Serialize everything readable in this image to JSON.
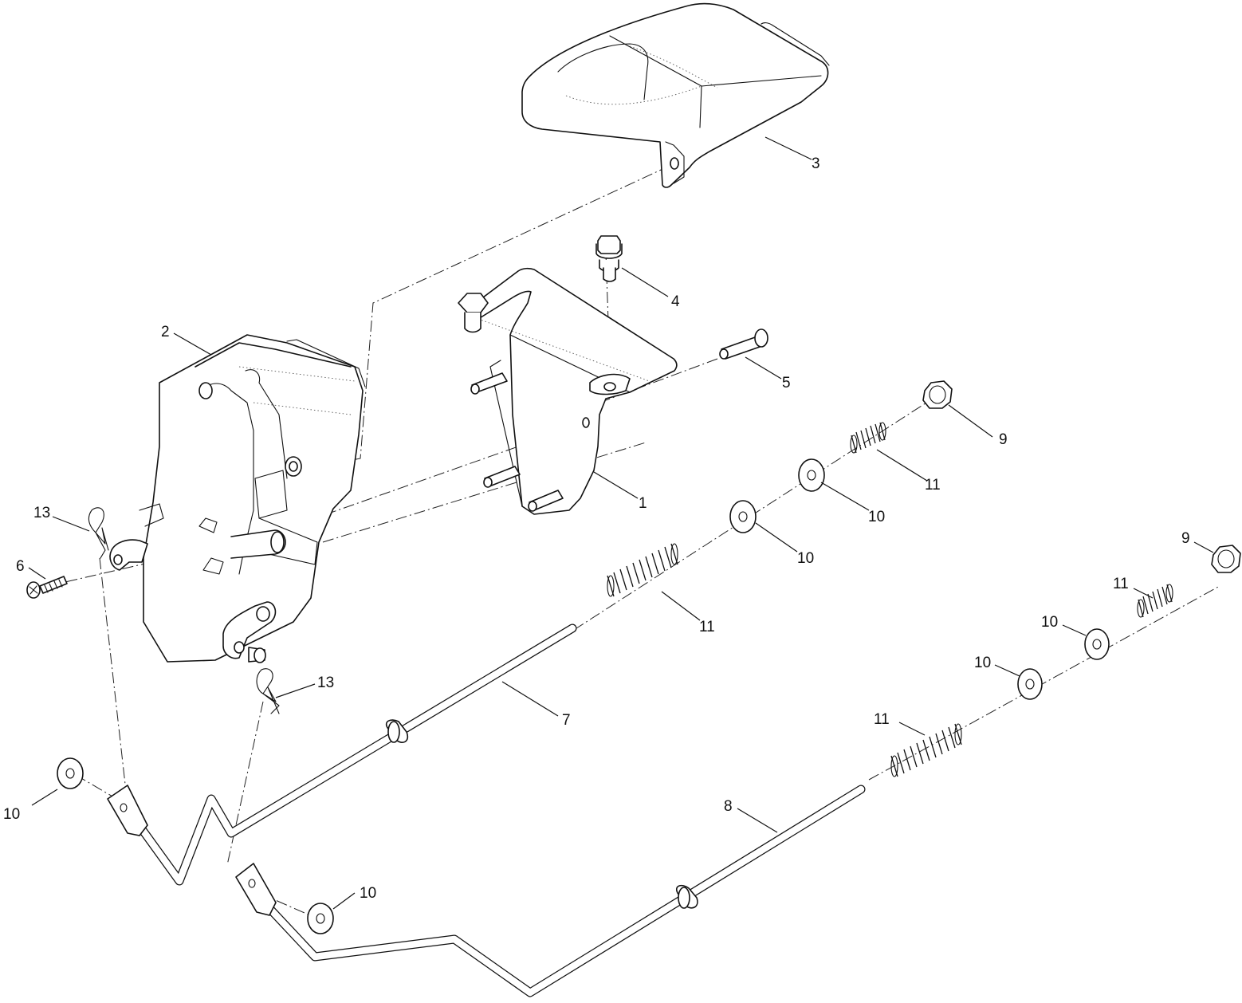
{
  "callouts": {
    "c1": "1",
    "c2": "2",
    "c3": "3",
    "c4": "4",
    "c5": "5",
    "c6": "6",
    "c7": "7",
    "c8": "8",
    "c9a": "9",
    "c9b": "9",
    "c10a": "10",
    "c10b": "10",
    "c10c": "10",
    "c10d": "10",
    "c10e": "10",
    "c10f": "10",
    "c11a": "11",
    "c11b": "11",
    "c11c": "11",
    "c11d": "11",
    "c13a": "13",
    "c13b": "13"
  },
  "colors": {
    "line": "#111111",
    "background": "#ffffff"
  }
}
